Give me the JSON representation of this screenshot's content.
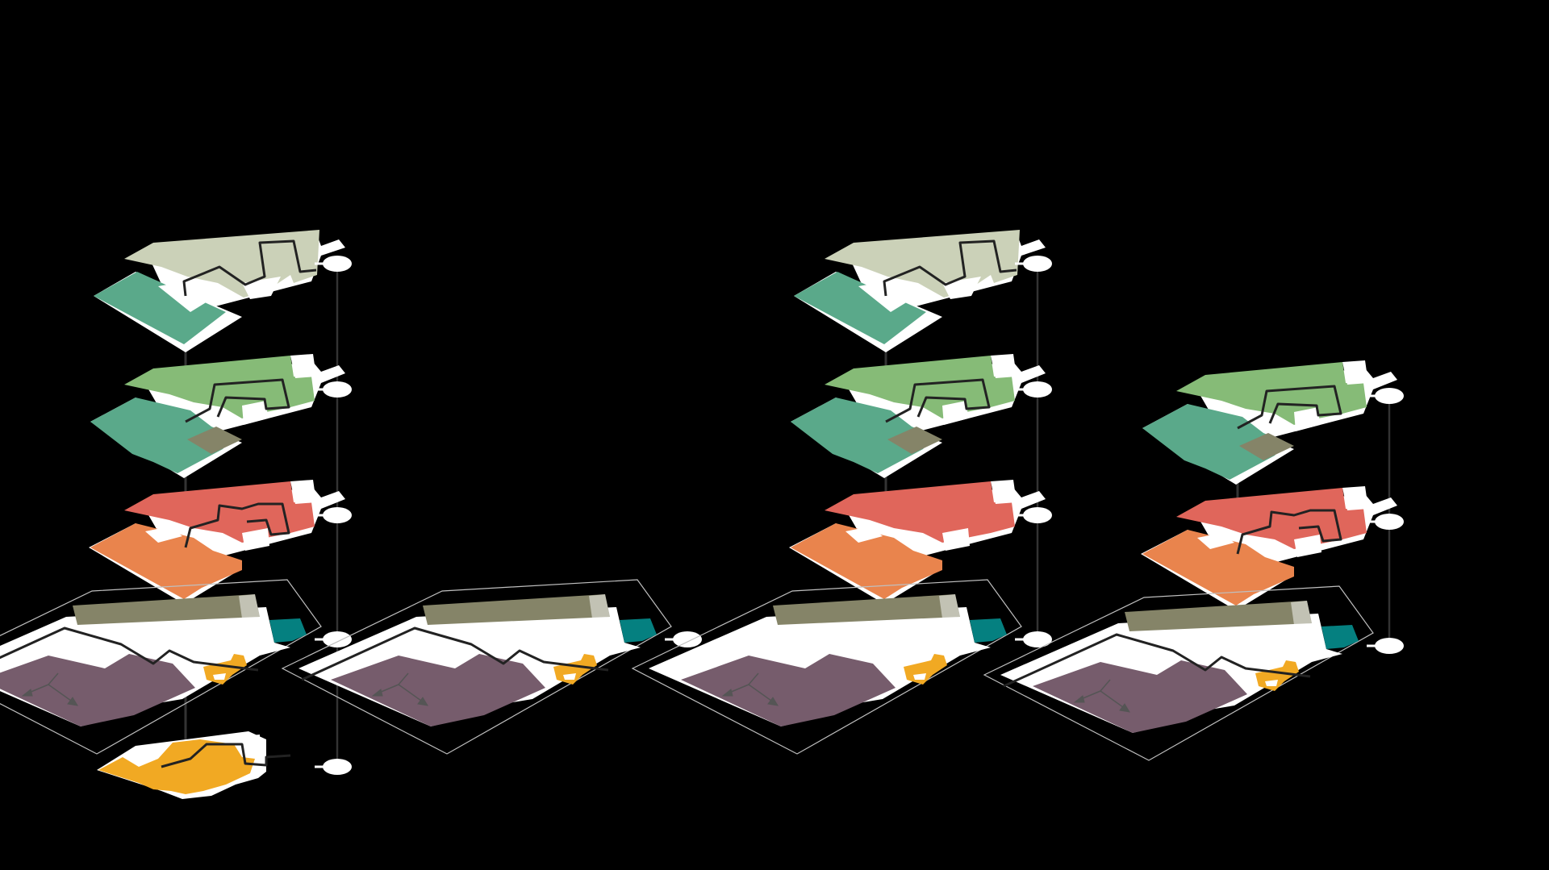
{
  "diagram": {
    "kind": "exploded axonometric floor-plan stacks",
    "background": "#000000",
    "colors": {
      "sage": "#cbd1b8",
      "teal_green": "#5aa98a",
      "light_green": "#86bb77",
      "coral_red": "#e0665b",
      "orange": "#e9844d",
      "olive": "#858468",
      "plum": "#765c6c",
      "cyan": "#058080",
      "amber": "#f1a923",
      "white": "#ffffff",
      "route": "#222222",
      "site_outline": "#bfbfbf"
    },
    "stacks": [
      {
        "id": "stack-1",
        "levels": [
          "top",
          "upper",
          "middle",
          "ground",
          "basement"
        ],
        "routes": [
          "top",
          "upper",
          "middle",
          "ground",
          "basement"
        ]
      },
      {
        "id": "stack-2",
        "levels": [
          "ground"
        ],
        "routes": [
          "ground"
        ]
      },
      {
        "id": "stack-3",
        "levels": [
          "top",
          "upper",
          "middle",
          "ground"
        ],
        "routes": [
          "top",
          "upper"
        ]
      },
      {
        "id": "stack-4",
        "levels": [
          "upper",
          "middle",
          "ground"
        ],
        "routes": [
          "upper",
          "middle",
          "ground"
        ]
      }
    ]
  }
}
